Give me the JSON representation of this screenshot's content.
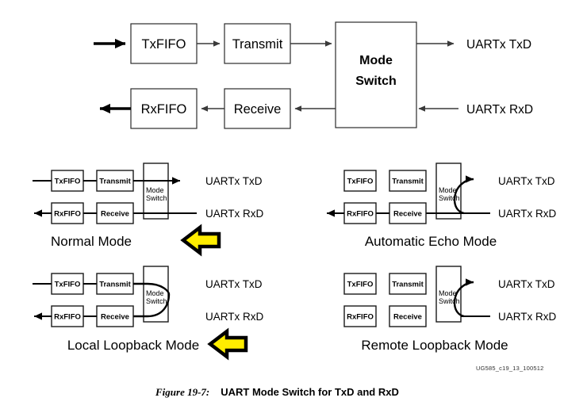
{
  "figure": {
    "caption_number": "Figure 19-7:",
    "caption_title": "UART Mode Switch for TxD and RxD",
    "doc_tag": "UG585_c19_13_100512"
  },
  "blocks": {
    "txfifo": "TxFIFO",
    "rxfifo": "RxFIFO",
    "transmit": "Transmit",
    "receive": "Receive",
    "mode_line1": "Mode",
    "mode_line2": "Switch"
  },
  "signals": {
    "txd": "UARTx TxD",
    "rxd": "UARTx RxD"
  },
  "modes": [
    {
      "id": "normal",
      "label": "Normal Mode",
      "highlighted": true
    },
    {
      "id": "automatic-echo",
      "label": "Automatic Echo Mode",
      "highlighted": false
    },
    {
      "id": "local-loopback",
      "label": "Local Loopback Mode",
      "highlighted": true
    },
    {
      "id": "remote-loopback",
      "label": "Remote Loopback Mode",
      "highlighted": false
    }
  ],
  "colors": {
    "callout_fill": "#FFED00",
    "line": "#000000",
    "block_stroke": "#2B2B2B",
    "background": "#FFFFFF"
  }
}
